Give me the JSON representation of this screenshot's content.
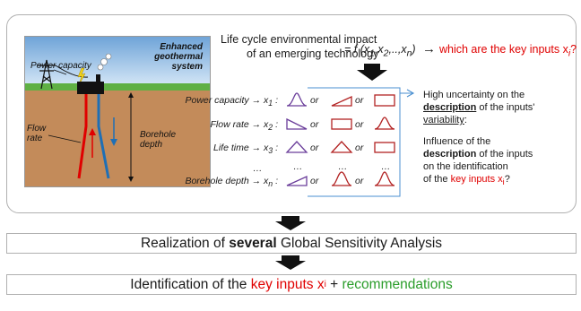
{
  "illustration": {
    "title_line1": "Enhanced",
    "title_line2": "geothermal",
    "title_line3": "system",
    "power_capacity": "Power capacity",
    "flow_line1": "Flow",
    "flow_line2": "rate",
    "borehole_line1": "Borehole",
    "borehole_line2": "depth"
  },
  "question": {
    "line1": "Life cycle environmental impact",
    "line2": "of an emerging technology",
    "formula": "= f (x",
    "f_sub1": "1",
    "f_sep1": ",x",
    "f_sub2": "2",
    "f_sep2": ",..,x",
    "f_subn": "n",
    "f_close": ")",
    "arrow": "→",
    "key_inputs": "which are the key inputs x",
    "key_sub": "i",
    "qmark": "?"
  },
  "inputs": [
    {
      "label": "Power capacity → x",
      "sub": "1",
      "colon": " :"
    },
    {
      "label": "Flow rate → x",
      "sub": "2",
      "colon": " :"
    },
    {
      "label": "Life time → x",
      "sub": "3",
      "colon": " :"
    },
    {
      "label": "Borehole depth → x",
      "sub": "n",
      "colon": " :"
    }
  ],
  "or_word": "or",
  "ellipsis": "…",
  "uncertainty": {
    "l1": "High uncertainty on the",
    "l2": "description",
    "l2b": " of the inputs'",
    "l3": "variability",
    "l3b": ":"
  },
  "influence": {
    "l1": "Influence of the",
    "l2": "description",
    "l2b": " of the inputs",
    "l3": "on the identification",
    "l4": "of the ",
    "l4_red": "key inputs x",
    "l4_sub": "i",
    "l4_end": "?"
  },
  "step2": {
    "pre": "Realization of ",
    "bold": "several",
    "post": " Global Sensitivity Analysis"
  },
  "step3": {
    "pre": "Identification of the ",
    "red": "key inputs x",
    "sub": "i",
    "plus": " + ",
    "green": "recommendations"
  },
  "colors": {
    "red": "#e00000",
    "green": "#2a9d2a",
    "blue_pipe": "#1f6fb5",
    "purple": "#6a3d9a",
    "darkred": "#b22222"
  }
}
